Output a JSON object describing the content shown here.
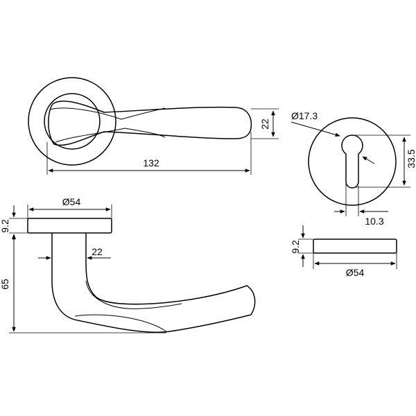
{
  "dimensions": {
    "length": "132",
    "grip_height": "22",
    "rosette_diameter_top": "Ø54",
    "rosette_thickness_left": "9.2",
    "neck_width": "22",
    "projection": "65",
    "keyhole_circle": "Ø17.3",
    "keyhole_offset": "33.5",
    "keyhole_width": "10.3",
    "escutcheon_thickness": "9.2",
    "escutcheon_diameter": "Ø54"
  }
}
